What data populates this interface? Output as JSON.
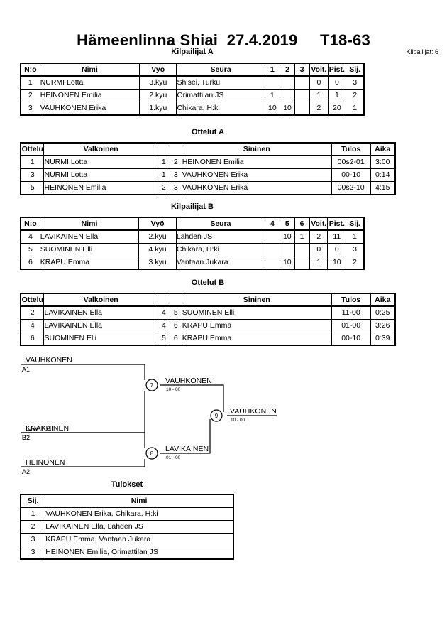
{
  "header": {
    "title": "Hämeenlinna Shiai  27.4.2019     T18-63",
    "competitors_label": "Kilpailijat: 6"
  },
  "pools": [
    {
      "caption": "Kilpailijat A",
      "columns": [
        "N:o",
        "Nimi",
        "Vyö",
        "Seura",
        "1",
        "2",
        "3",
        "Voit.",
        "Pist.",
        "Sij."
      ],
      "rows": [
        {
          "no": "1",
          "name": "NURMI Lotta",
          "belt": "3.kyu",
          "club": "Shisei, Turku",
          "m1": "",
          "m2": "",
          "m3": "",
          "wins": "0",
          "points": "0",
          "rank": "3"
        },
        {
          "no": "2",
          "name": "HEINONEN Emilia",
          "belt": "2.kyu",
          "club": "Orimattilan JS",
          "m1": "1",
          "m2": "",
          "m3": "",
          "wins": "1",
          "points": "1",
          "rank": "2"
        },
        {
          "no": "3",
          "name": "VAUHKONEN Erika",
          "belt": "1.kyu",
          "club": "Chikara, H:ki",
          "m1": "10",
          "m2": "10",
          "m3": "",
          "wins": "2",
          "points": "20",
          "rank": "1"
        }
      ]
    },
    {
      "caption": "Kilpailijat B",
      "columns": [
        "N:o",
        "Nimi",
        "Vyö",
        "Seura",
        "4",
        "5",
        "6",
        "Voit.",
        "Pist.",
        "Sij."
      ],
      "rows": [
        {
          "no": "4",
          "name": "LAVIKAINEN Ella",
          "belt": "2.kyu",
          "club": "Lahden JS",
          "m1": "",
          "m2": "10",
          "m3": "1",
          "wins": "2",
          "points": "11",
          "rank": "1"
        },
        {
          "no": "5",
          "name": "SUOMINEN Elli",
          "belt": "4.kyu",
          "club": "Chikara, H:ki",
          "m1": "",
          "m2": "",
          "m3": "",
          "wins": "0",
          "points": "0",
          "rank": "3"
        },
        {
          "no": "6",
          "name": "KRAPU Emma",
          "belt": "3.kyu",
          "club": "Vantaan Jukara",
          "m1": "",
          "m2": "10",
          "m3": "",
          "wins": "1",
          "points": "10",
          "rank": "2"
        }
      ]
    }
  ],
  "matches": [
    {
      "caption": "Ottelut A",
      "columns": [
        "Ottelu",
        "Valkoinen",
        "",
        "",
        "Sininen",
        "Tulos",
        "Aika"
      ],
      "rows": [
        {
          "no": "1",
          "white": "NURMI Lotta",
          "wnum": "1",
          "bnum": "2",
          "blue": "HEINONEN Emilia",
          "result": "00s2-01",
          "time": "3:00"
        },
        {
          "no": "3",
          "white": "NURMI Lotta",
          "wnum": "1",
          "bnum": "3",
          "blue": "VAUHKONEN Erika",
          "result": "00-10",
          "time": "0:14"
        },
        {
          "no": "5",
          "white": "HEINONEN Emilia",
          "wnum": "2",
          "bnum": "3",
          "blue": "VAUHKONEN Erika",
          "result": "00s2-10",
          "time": "4:15"
        }
      ]
    },
    {
      "caption": "Ottelut B",
      "columns": [
        "Ottelu",
        "Valkoinen",
        "",
        "",
        "Sininen",
        "Tulos",
        "Aika"
      ],
      "rows": [
        {
          "no": "2",
          "white": "LAVIKAINEN Ella",
          "wnum": "4",
          "bnum": "5",
          "blue": "SUOMINEN Elli",
          "result": "11-00",
          "time": "0:25"
        },
        {
          "no": "4",
          "white": "LAVIKAINEN Ella",
          "wnum": "4",
          "bnum": "6",
          "blue": "KRAPU Emma",
          "result": "01-00",
          "time": "3:26"
        },
        {
          "no": "6",
          "white": "SUOMINEN Elli",
          "wnum": "5",
          "bnum": "6",
          "blue": "KRAPU Emma",
          "result": "00-10",
          "time": "0:39"
        }
      ]
    }
  ],
  "bracket": {
    "entries": [
      {
        "name": "VAUHKONEN",
        "seed": "A1"
      },
      {
        "name": "KRAPU",
        "seed": "B2"
      },
      {
        "name": "LAVIKAINEN",
        "seed": "B1"
      },
      {
        "name": "HEINONEN",
        "seed": "A2"
      }
    ],
    "nodes": [
      {
        "num": "7",
        "winner": "VAUHKONEN",
        "score": "10 - 00"
      },
      {
        "num": "8",
        "winner": "LAVIKAINEN",
        "score": "01 - 00"
      },
      {
        "num": "9",
        "winner": "VAUHKONEN",
        "score": "10 - 00"
      }
    ]
  },
  "results": {
    "caption": "Tulokset",
    "columns": [
      "Sij.",
      "Nimi"
    ],
    "rows": [
      {
        "rank": "1",
        "name": "VAUHKONEN Erika, Chikara, H:ki"
      },
      {
        "rank": "2",
        "name": "LAVIKAINEN Ella, Lahden JS"
      },
      {
        "rank": "3",
        "name": "KRAPU Emma, Vantaan Jukara"
      },
      {
        "rank": "3",
        "name": "HEINONEN Emilia, Orimattilan JS"
      }
    ]
  }
}
